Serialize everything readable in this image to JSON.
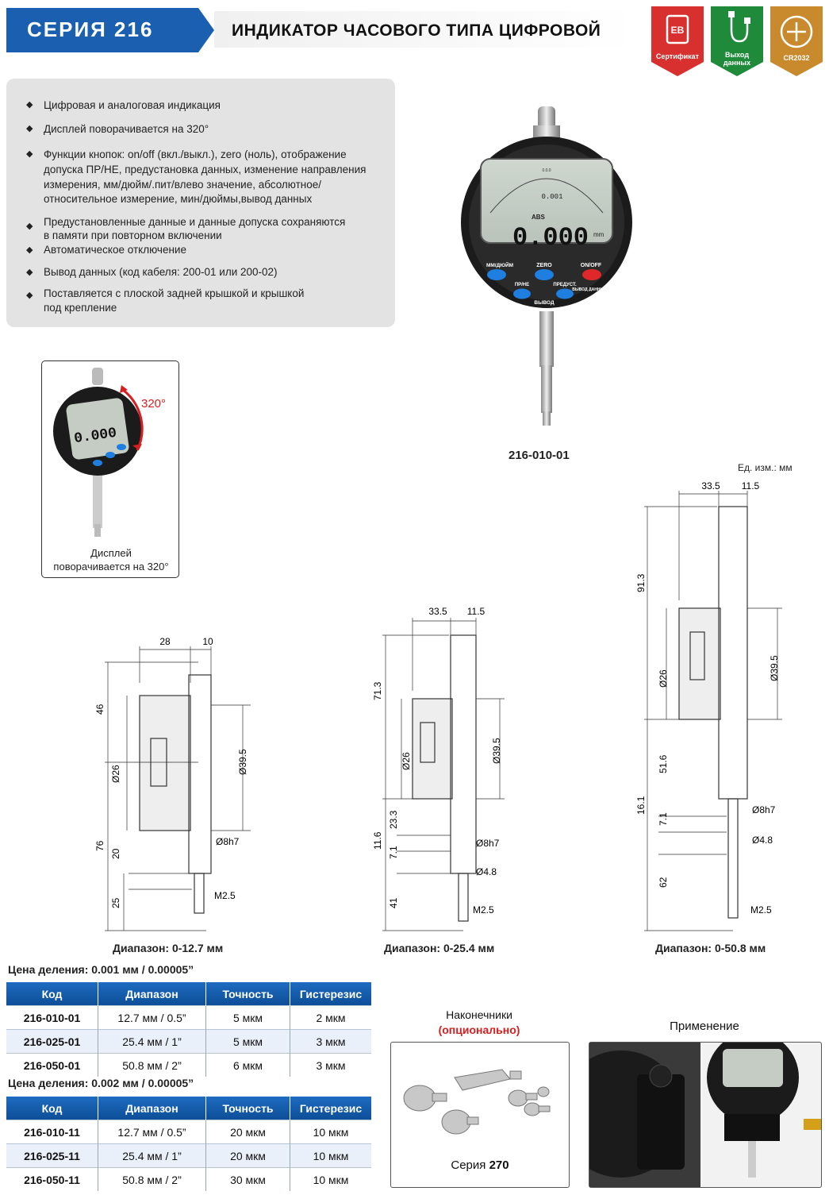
{
  "header": {
    "series": "СЕРИЯ 216",
    "title": "ИНДИКАТОР ЧАСОВОГО ТИПА ЦИФРОВОЙ",
    "badges": [
      {
        "label": "Сертификат",
        "icon": "certificate-shield-icon",
        "color": "#d8302e"
      },
      {
        "label": "Выход данных",
        "icon": "cable-output-icon",
        "color": "#1f8a3a"
      },
      {
        "label": "CR2032",
        "icon": "battery-coin-icon",
        "color": "#c98a2e"
      }
    ]
  },
  "features": [
    "Цифровая и аналоговая индикация",
    "Дисплей поворачивается на 320°",
    "Функции кнопок: on/off (вкл./выкл.), zero (ноль), отображение",
    "допуска ПР/НЕ, предустановка данных, изменение направления",
    "измерения, мм/дюйм/.пит/влево значение, абсолютное/",
    "относительное измерение, мин/дюймы,вывод данных",
    "Предустановленные данные и данные допуска сохраняются",
    "в памяти при повторном включении",
    "Автоматическое отключение",
    "Вывод данных (код кабеля: 200-01 или 200-02)",
    "Поставляется с плоской задней крышкой и крышкой",
    "под крепление"
  ],
  "product": {
    "model": "216-010-01",
    "display": {
      "top": "0.001",
      "abs": "ABS",
      "value": "0.000",
      "unit": "mm"
    },
    "buttons": [
      "ММ/ДЮЙМ",
      "ZERO",
      "ON/OFF",
      "ПР/НЕ",
      "ПРЕДУСТ.",
      "ВЫВОД",
      "ВЫВОД ДАННЫХ"
    ]
  },
  "inset": {
    "angle": "320°",
    "caption_line1": "Дисплей",
    "caption_line2": "поворачивается на 320°"
  },
  "units_note": "Ед. изм.: мм",
  "drawings": [
    {
      "range": "Диапазон: 0-12.7 мм",
      "dims": [
        "28",
        "10",
        "46",
        "Ø26",
        "Ø39.5",
        "76",
        "20",
        "Ø8h7",
        "25",
        "M2.5"
      ]
    },
    {
      "range": "Диапазон: 0-25.4 мм",
      "dims": [
        "33.5",
        "11.5",
        "71.3",
        "Ø26",
        "Ø39.5",
        "23.3",
        "11.6",
        "7.1",
        "Ø8h7",
        "Ø4.8",
        "41",
        "M2.5"
      ]
    },
    {
      "range": "Диапазон: 0-50.8 мм",
      "dims": [
        "33.5",
        "11.5",
        "91.3",
        "Ø26",
        "Ø39.5",
        "51.6",
        "16.1",
        "7.1",
        "Ø8h7",
        "Ø4.8",
        "62",
        "M2.5"
      ]
    }
  ],
  "tables": [
    {
      "title": "Цена деления: 0.001 мм / 0.00005”",
      "headers": [
        "Код",
        "Диапазон",
        "Точность",
        "Гистерезис"
      ],
      "rows": [
        [
          "216-010-01",
          "12.7 мм / 0.5”",
          "5 мкм",
          "2 мкм"
        ],
        [
          "216-025-01",
          "25.4 мм / 1”",
          "5 мкм",
          "3 мкм"
        ],
        [
          "216-050-01",
          "50.8 мм / 2”",
          "6 мкм",
          "3 мкм"
        ]
      ]
    },
    {
      "title": "Цена деления: 0.002 мм / 0.00005”",
      "headers": [
        "Код",
        "Диапазон",
        "Точность",
        "Гистерезис"
      ],
      "rows": [
        [
          "216-010-11",
          "12.7 мм / 0.5”",
          "20 мкм",
          "10 мкм"
        ],
        [
          "216-025-11",
          "25.4 мм / 1”",
          "20 мкм",
          "10 мкм"
        ],
        [
          "216-050-11",
          "50.8 мм / 2”",
          "30 мкм",
          "10 мкм"
        ]
      ]
    }
  ],
  "tips": {
    "title": "Наконечники",
    "subtitle": "(опционально)",
    "series_prefix": "Серия",
    "series_num": "270"
  },
  "application": {
    "title": "Применение"
  },
  "colors": {
    "brand_blue": "#1a5fb0",
    "accent_red": "#d42020",
    "button_blue": "#1e7fe0"
  }
}
